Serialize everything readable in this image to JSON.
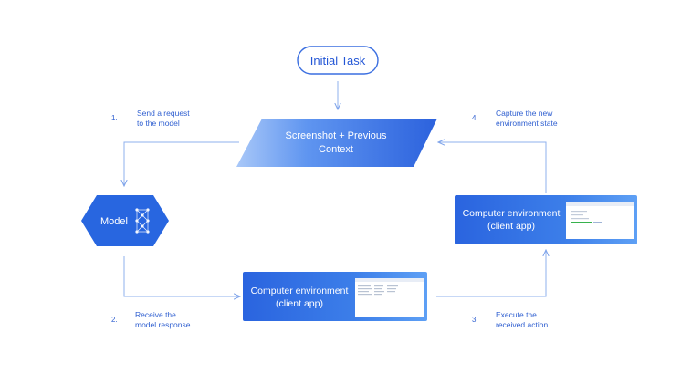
{
  "nodes": {
    "initial_task": "Initial Task",
    "screenshot_context": [
      "Screenshot + Previous",
      "Context"
    ],
    "model": "Model",
    "env_bottom": [
      "Computer environment",
      "(client app)"
    ],
    "env_right": [
      "Computer environment",
      "(client app)"
    ]
  },
  "steps": [
    {
      "num": "1.",
      "lines": [
        "Send a request",
        "to the model"
      ]
    },
    {
      "num": "2.",
      "lines": [
        "Receive the",
        "model response"
      ]
    },
    {
      "num": "3.",
      "lines": [
        "Execute the",
        "received action"
      ]
    },
    {
      "num": "4.",
      "lines": [
        "Capture the new",
        "environment state"
      ]
    }
  ],
  "colors": {
    "accent": "#2f5fd0",
    "line": "#8fb0ee",
    "node_dark": "#2763de",
    "node_light": "#5b9cf5"
  },
  "icons": {
    "model": "neural-network-icon",
    "env_screens": "app-screenshot-thumbnail"
  }
}
